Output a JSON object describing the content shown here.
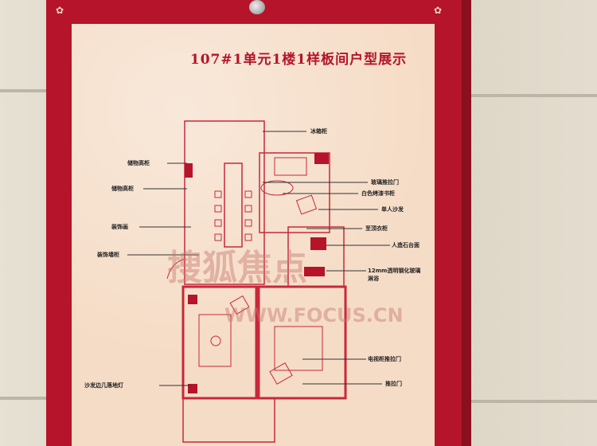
{
  "title": "107#1单元1楼1样板间户型展示",
  "labels_left": [
    "储物高柜",
    "储物高柜",
    "装饰画",
    "装饰墙柜",
    "沙发边几落地灯"
  ],
  "labels_right": [
    "冰箱柜",
    "玻璃推拉门",
    "白色烤漆书柜",
    "单人沙发",
    "至顶衣柜",
    "人造石台面",
    "12mm透明钢化玻璃淋浴",
    "电视柜推拉门",
    "推拉门"
  ],
  "watermark": {
    "brand": "搜狐焦点",
    "url": "WWW.FOCUS.CN"
  },
  "colors": {
    "board": "#b5142a",
    "paper": "#f5dcc6",
    "plan": "#c8283a"
  }
}
